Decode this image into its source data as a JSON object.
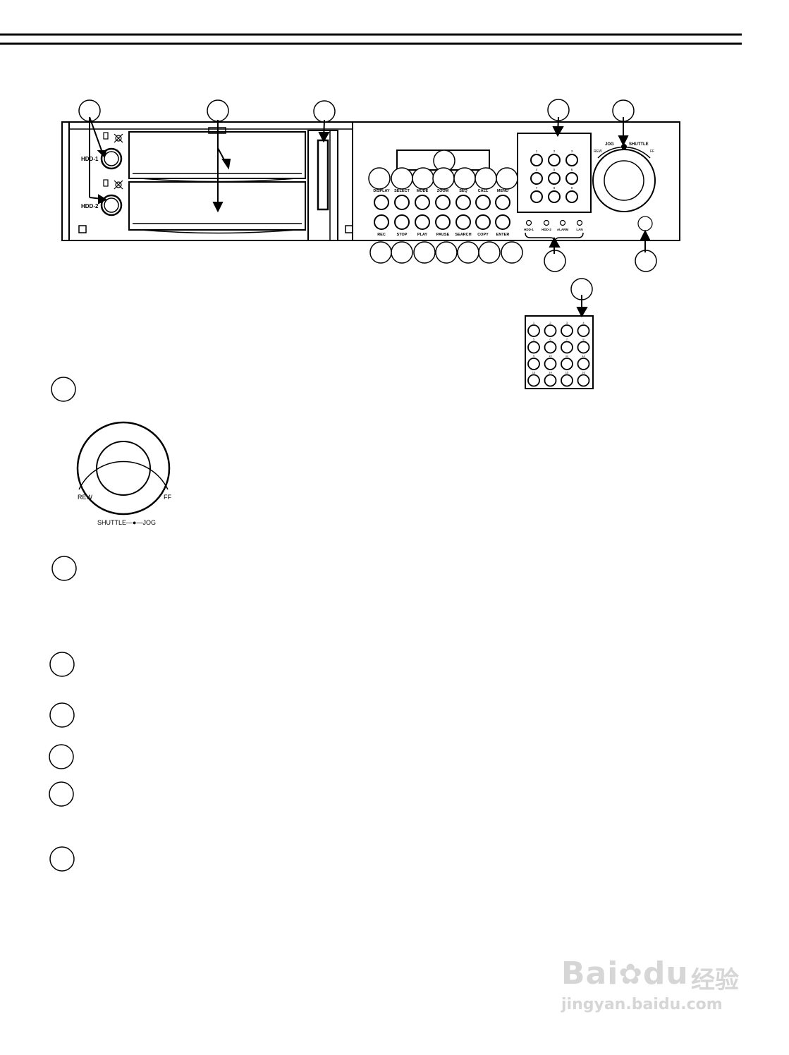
{
  "panel": {
    "hdd_bay_labels": [
      "HDD-1",
      "HDD-2"
    ],
    "function_buttons_row1": [
      "DISPLAY",
      "SELECT",
      "MODE",
      "ZOOM",
      "SEQ",
      "CALL",
      "MENU"
    ],
    "function_buttons_row2": [
      "REC",
      "STOP",
      "PLAY",
      "PAUSE",
      "SEARCH",
      "COPY",
      "ENTER"
    ],
    "keypad_9": [
      "1",
      "2",
      "3",
      "4",
      "5",
      "6",
      "7",
      "8",
      "9"
    ],
    "led_labels": [
      "HDD-1",
      "HDD-2",
      "ALARM",
      "LAN"
    ],
    "dial_labels": {
      "jog": "JOG",
      "shuttle": "SHUTTLE",
      "rew": "REW",
      "ff": "FF"
    }
  },
  "keypad_16": [
    "1",
    "2",
    "3",
    "4",
    "5",
    "6",
    "7",
    "8",
    "9",
    "10",
    "11",
    "12",
    "13",
    "14",
    "15",
    "16"
  ],
  "dial_detail": {
    "rew": "REW",
    "ff": "FF",
    "caption": "SHUTTLE—●—JOG"
  },
  "watermark": {
    "brand": "Bai",
    "brand_paw": "du",
    "cn": "经验",
    "url": "jingyan.baidu.com"
  }
}
